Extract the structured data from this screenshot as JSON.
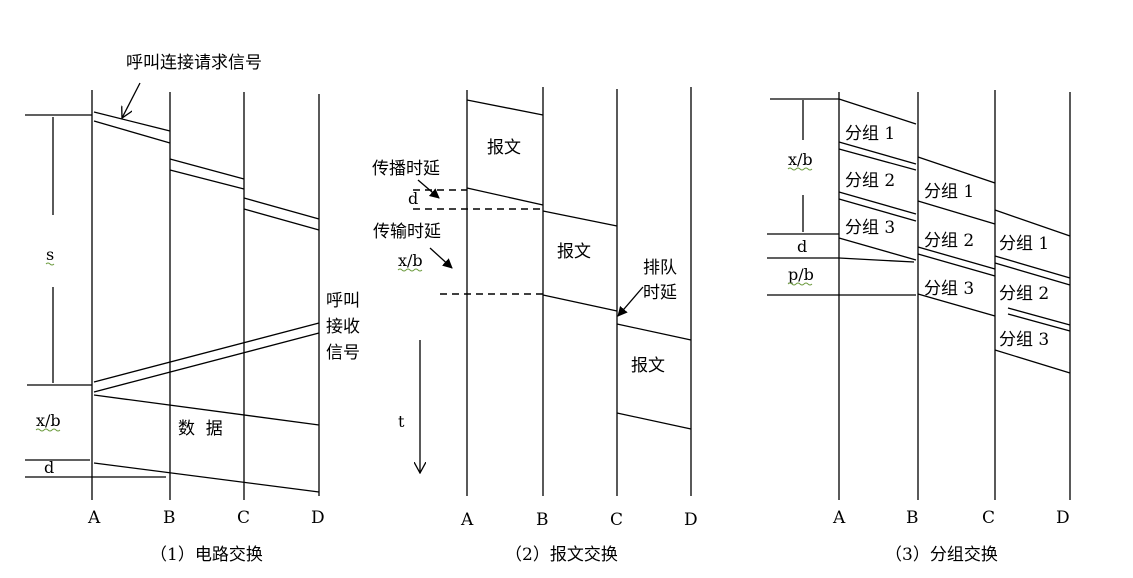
{
  "panel1": {
    "caption": "（1）电路交换",
    "call_request_label": "呼叫连接请求信号",
    "call_accept_label_lines": [
      "呼叫",
      "接收",
      "信号"
    ],
    "data_label": "数  据",
    "var_s": "s",
    "var_xb": "x/b",
    "var_d": "d",
    "nodes": [
      "A",
      "B",
      "C",
      "D"
    ]
  },
  "panel2": {
    "caption": "（2）报文交换",
    "message_labels": [
      "报文",
      "报文",
      "报文"
    ],
    "propagation_delay_label": "传播时延",
    "transmission_delay_label": "传输时延",
    "queue_delay_label_lines": [
      "排队",
      "时延"
    ],
    "var_d": "d",
    "var_xb": "x/b",
    "var_t": "t",
    "nodes": [
      "A",
      "B",
      "C",
      "D"
    ]
  },
  "panel3": {
    "caption": "（3）分组交换",
    "packet_labels": [
      "分组 1",
      "分组 2",
      "分组 3"
    ],
    "var_xb": "x/b",
    "var_d": "d",
    "var_pb": "p/b",
    "nodes": [
      "A",
      "B",
      "C",
      "D"
    ]
  }
}
